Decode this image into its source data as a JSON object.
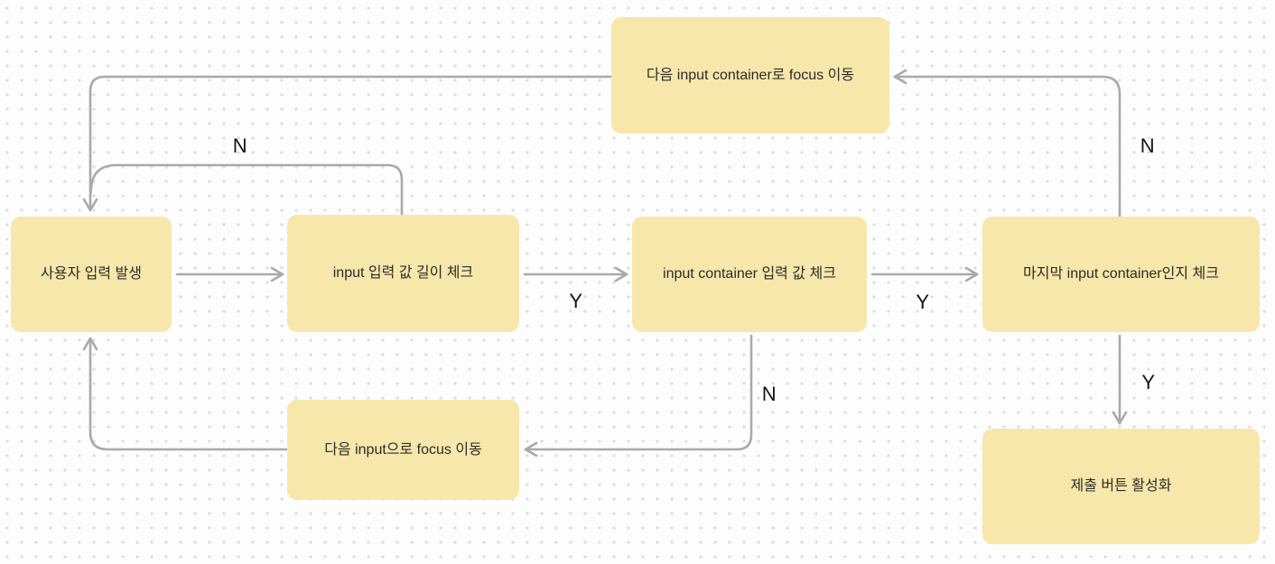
{
  "diagram": {
    "nodes": {
      "focus_next_container": {
        "label": "다음 input container로 focus 이동"
      },
      "user_input": {
        "label": "사용자 입력 발생"
      },
      "input_length_check": {
        "label": "input 입력 값 길이 체크"
      },
      "container_value_check": {
        "label": "input container 입력 값 체크"
      },
      "last_container_check": {
        "label": "마지막 input container인지 체크"
      },
      "focus_next_input": {
        "label": "다음 input으로 focus 이동"
      },
      "submit_enable": {
        "label": "제출 버튼 활성화"
      }
    },
    "edge_labels": {
      "length_check_no": "N",
      "length_check_yes": "Y",
      "container_check_yes": "Y",
      "container_check_no": "N",
      "last_check_no": "N",
      "last_check_yes": "Y"
    },
    "colors": {
      "node_fill": "#F8E7AA",
      "connector": "#A9A9A9",
      "node_text": "#2B2B2B",
      "label_text": "#141414",
      "grid_dot": "#DCDCDC",
      "background": "#FDFDFD"
    }
  }
}
